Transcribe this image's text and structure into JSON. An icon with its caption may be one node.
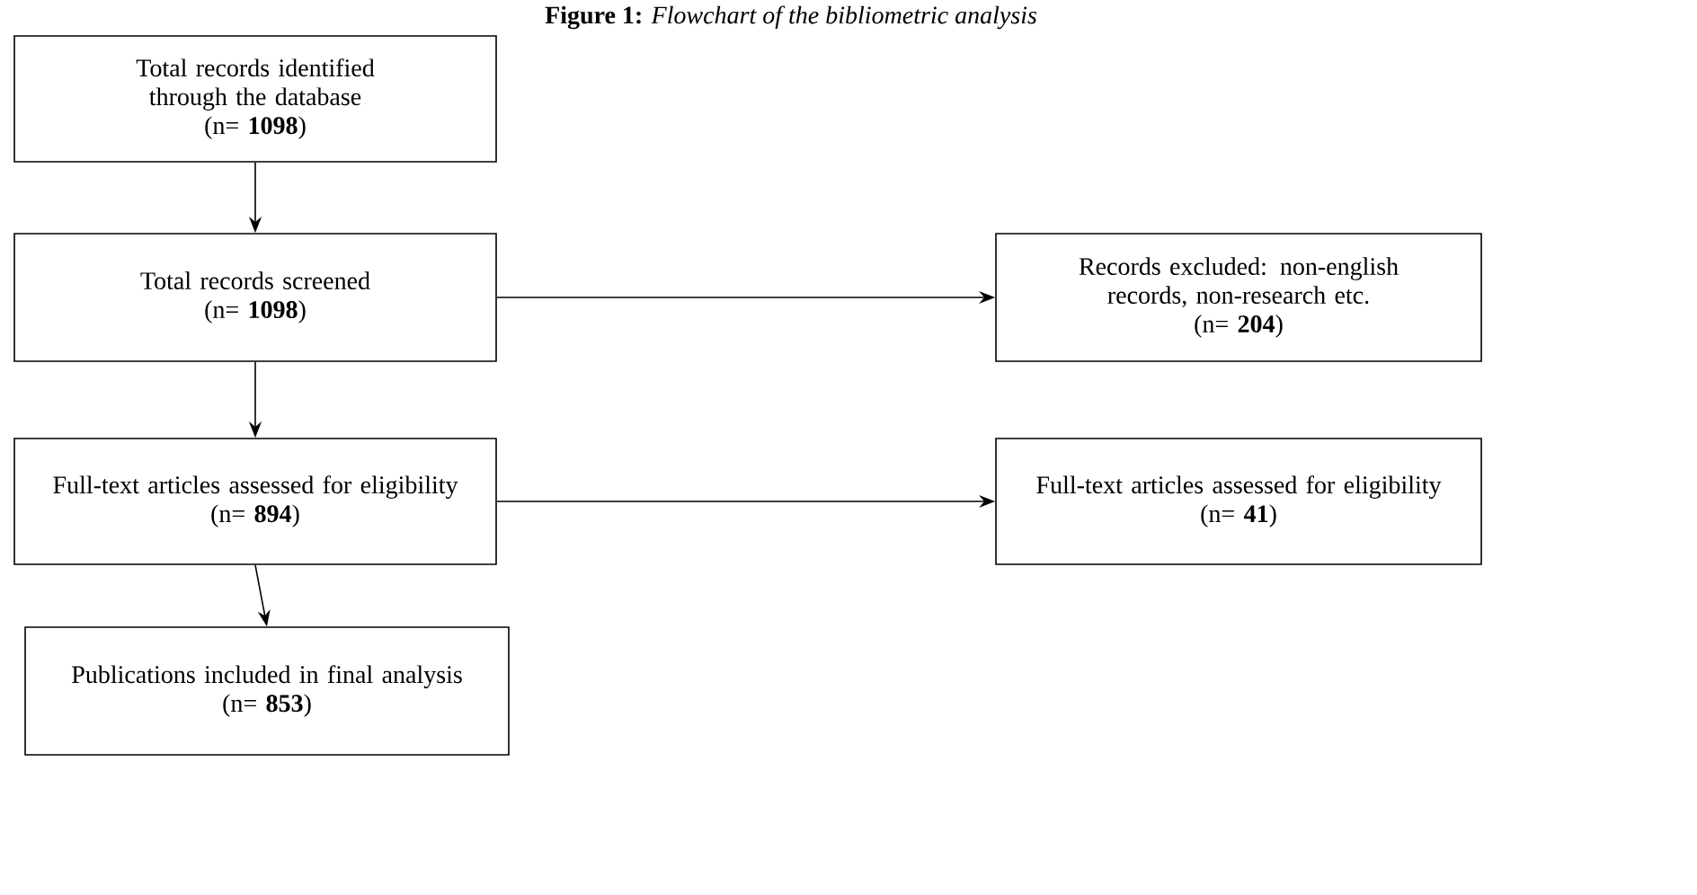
{
  "diagram": {
    "title": "**Figure 1:** *Flowchart of the bibliometric analysis*",
    "nodes": [
      {
        "text": [
          "Total records identified through the database",
          "(n= **1098**)"
        ]
      },
      {
        "text": [
          "Total records screened",
          "(n= **1098**)"
        ]
      },
      {
        "text": [
          "Records excluded: non-english records, non-research etc.",
          "(n= **204**)"
        ]
      },
      {
        "text": [
          "Full-text articles assessed for eligibility",
          "(n= **894**)"
        ]
      },
      {
        "text": [
          "Full-text articles assessed for eligibility",
          "(n= **41**)"
        ]
      },
      {
        "text": [
          "Publications included in final analysis",
          "(n= **853**)"
        ]
      }
    ],
    "edges": [
      {
        "from": 0,
        "to": 1,
        "arrow": "to"
      },
      {
        "from": 1,
        "to": 2,
        "arrow": "to"
      },
      {
        "from": 1,
        "to": 3,
        "arrow": "to"
      },
      {
        "from": 3,
        "to": 4,
        "arrow": "to"
      },
      {
        "from": 3,
        "to": 5,
        "arrow": "to"
      }
    ]
  }
}
